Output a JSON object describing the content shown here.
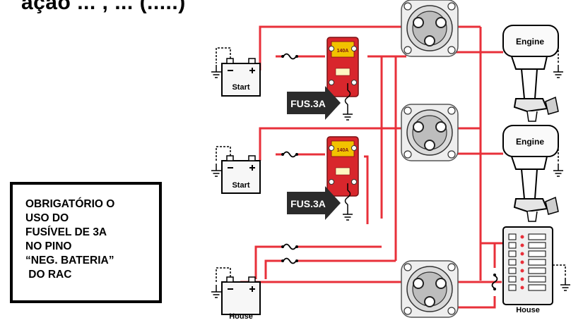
{
  "title_cut": "ação ... , ... (.....)",
  "note": {
    "text": "OBRIGATÓRIO O\nUSO DO\nFUSÍVEL DE 3A\nNO PINO\n“NEG. BATERIA”\n DO RAC"
  },
  "batteries": [
    {
      "label": "Start"
    },
    {
      "label": "Start"
    },
    {
      "label": "House"
    }
  ],
  "engines": [
    {
      "label": "Engine"
    },
    {
      "label": "Engine"
    }
  ],
  "fuse_arrows": [
    {
      "label": "FUS.3A"
    },
    {
      "label": "FUS.3A"
    }
  ],
  "rac_modules": [
    {
      "label": "140A"
    },
    {
      "label": "140A"
    }
  ],
  "house_panel": {
    "label": "House"
  },
  "colors": {
    "wire": "#e8303a",
    "rac_body": "#d8262c",
    "switch_body": "#dedede",
    "ground": "#000000"
  }
}
